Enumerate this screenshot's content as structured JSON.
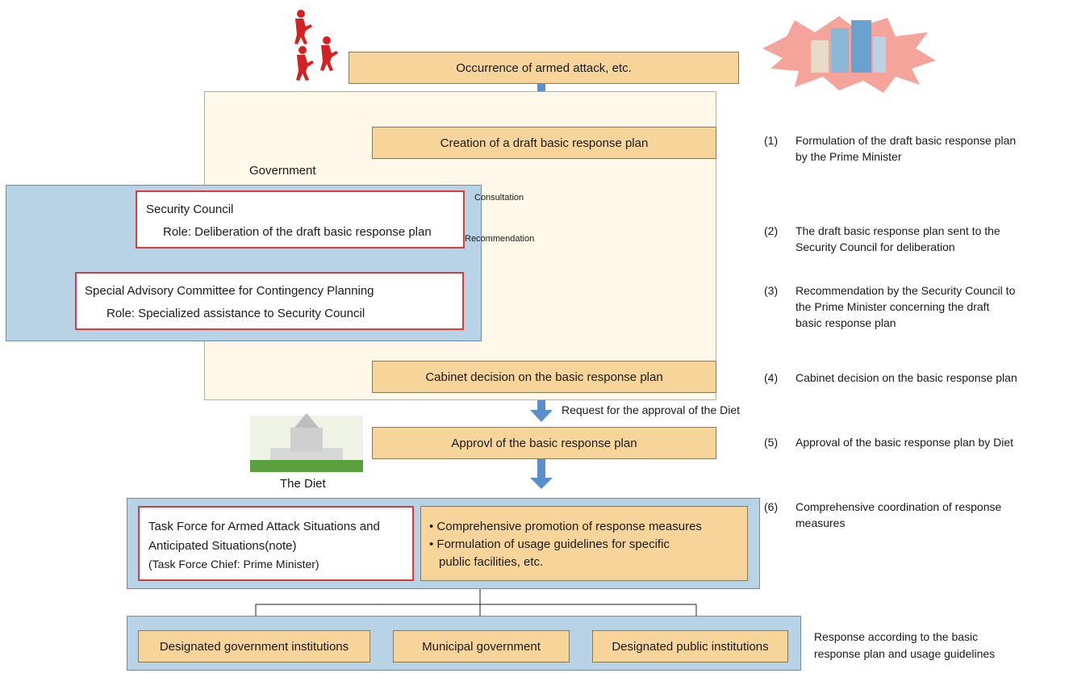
{
  "steps": {
    "attack": "Occurrence of armed attack, etc.",
    "draft": "Creation of a draft basic response plan",
    "cabinet": "Cabinet decision on the basic response plan",
    "approval": "Approvl of the basic response plan"
  },
  "labels": {
    "government": "Government",
    "diet": "The Diet",
    "consultation": "Consultation",
    "recommendation": "Recommendation",
    "request": "Request for the approval of the Diet"
  },
  "security_council": {
    "title": "Security Council",
    "role": "Role: Deliberation of the draft basic response plan"
  },
  "advisory": {
    "title": "Special Advisory Committee for Contingency Planning",
    "role": "Role: Specialized assistance to Security Council"
  },
  "task_force": {
    "line1": "Task Force for Armed Attack Situations and",
    "line2": "Anticipated Situations(note)",
    "line3": "(Task Force Chief: Prime Minister)"
  },
  "measures": {
    "item1": "• Comprehensive promotion of response measures",
    "item2a": "• Formulation of usage guidelines for specific",
    "item2b": "public facilities, etc."
  },
  "institutions": {
    "gov": "Designated government institutions",
    "municipal": "Municipal government",
    "public": "Designated public institutions"
  },
  "notes": [
    {
      "num": "(1)",
      "l1": "Formulation of the draft basic response plan",
      "l2": "by the Prime Minister",
      "l3": ""
    },
    {
      "num": "(2)",
      "l1": "The draft basic response plan sent to the",
      "l2": "Security Council for deliberation",
      "l3": ""
    },
    {
      "num": "(3)",
      "l1": "Recommendation by the Security Council to",
      "l2": "the Prime Minister concerning the draft",
      "l3": "basic response plan"
    },
    {
      "num": "(4)",
      "l1": "Cabinet decision on the basic response plan",
      "l2": "",
      "l3": ""
    },
    {
      "num": "(5)",
      "l1": "Approval of the basic response plan by Diet",
      "l2": "",
      "l3": ""
    },
    {
      "num": "(6)",
      "l1": "Comprehensive coordination of response",
      "l2": "measures",
      "l3": ""
    }
  ],
  "response_note": {
    "l1": "Response according to the basic",
    "l2": "response plan and usage guidelines"
  },
  "colors": {
    "box_fill": "#f7d59a",
    "panel_blue": "#b8d2e6",
    "arrow_blue": "#5b8fcc",
    "red_border": "#e0393b"
  }
}
